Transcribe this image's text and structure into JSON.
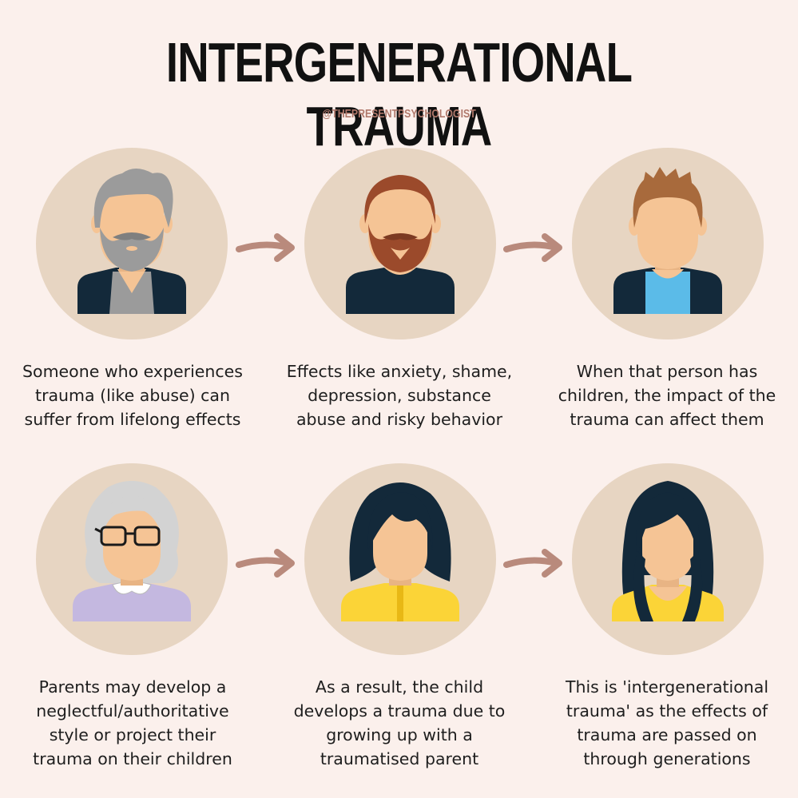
{
  "header": {
    "title": "INTERGENERATIONAL TRAUMA",
    "handle": "@THEPRESENTPSYCHOLOGIST"
  },
  "colors": {
    "background": "#fbf0ec",
    "circle": "#e7d5c2",
    "arrow": "#b98a7c",
    "skin": "#f5c495",
    "dark_navy": "#13293a"
  },
  "steps": [
    {
      "figure": "grandfather-icon",
      "caption": [
        "Someone who experiences",
        "trauma (like abuse) can",
        "suffer from lifelong effects"
      ]
    },
    {
      "figure": "bearded-man-icon",
      "caption": [
        "Effects like anxiety, shame,",
        "depression, substance",
        "abuse and risky behavior"
      ]
    },
    {
      "figure": "young-man-icon",
      "caption": [
        "When that person has",
        "children, the impact of the",
        "trauma can affect them"
      ]
    },
    {
      "figure": "grandmother-icon",
      "caption": [
        "Parents may develop a",
        "neglectful/authoritative",
        "style or project their",
        "trauma on their children"
      ]
    },
    {
      "figure": "girl-icon",
      "caption": [
        "As a result, the child",
        "develops a trauma due to",
        "growing up with a",
        "traumatised parent"
      ]
    },
    {
      "figure": "young-woman-icon",
      "caption": [
        "This is 'intergenerational",
        "trauma' as the effects of",
        "trauma are passed on",
        "through generations"
      ]
    }
  ]
}
